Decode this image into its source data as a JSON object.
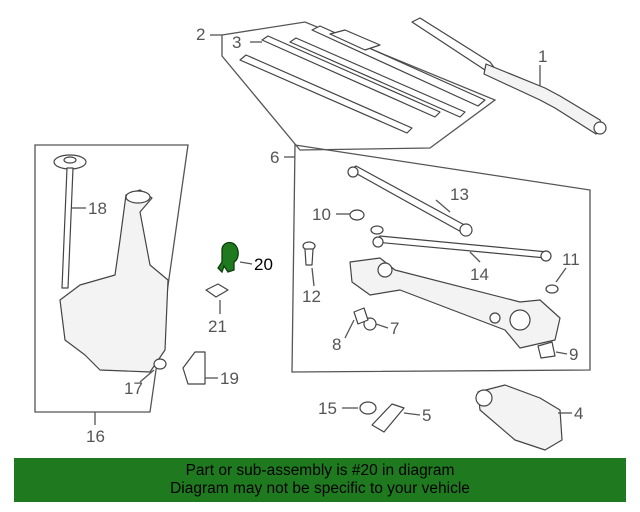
{
  "callouts": {
    "c1": "1",
    "c2": "2",
    "c3": "3",
    "c4": "4",
    "c5": "5",
    "c6": "6",
    "c7": "7",
    "c8": "8",
    "c9": "9",
    "c10": "10",
    "c11": "11",
    "c12": "12",
    "c13": "13",
    "c14": "14",
    "c15": "15",
    "c16": "16",
    "c17": "17",
    "c18": "18",
    "c19": "19",
    "c20": "20",
    "c21": "21"
  },
  "highlighted_part": "20",
  "colors": {
    "highlight": "#1f7a1f",
    "banner": "#1f7a1f"
  },
  "banner": {
    "line1": "Part or sub-assembly is #20 in diagram",
    "line2": "Diagram may not be specific to your vehicle"
  }
}
